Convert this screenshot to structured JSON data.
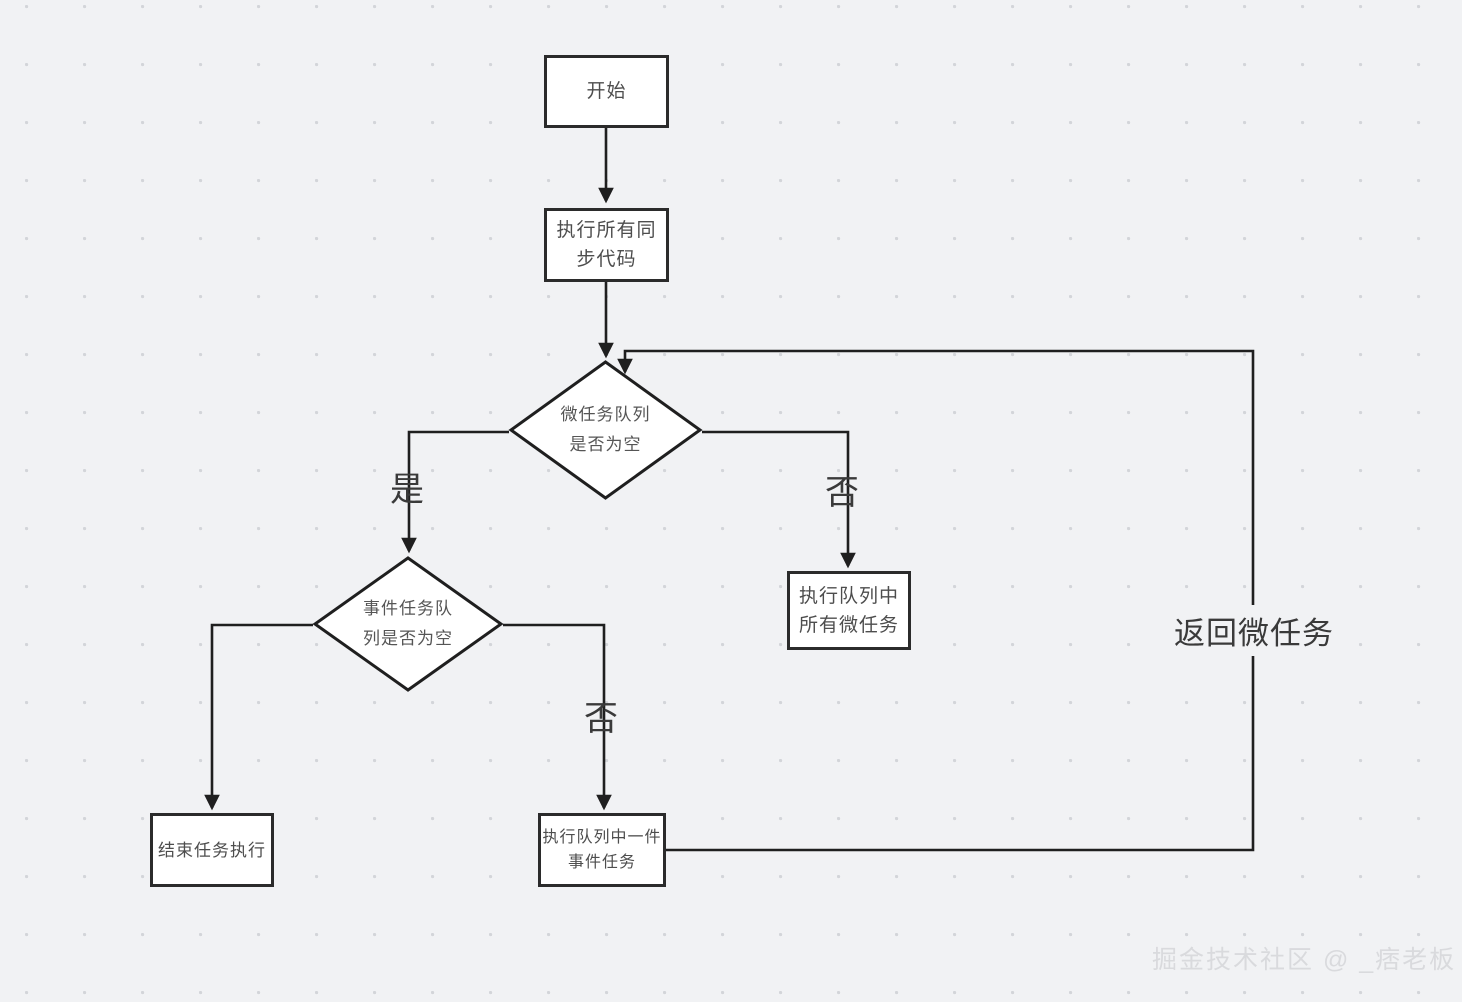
{
  "diagram": {
    "title": "JavaScript Event Loop Flowchart",
    "background_color": "#f1f2f4",
    "line_color": "#2b2b2b",
    "node_fill": "#ffffff",
    "nodes": {
      "start": {
        "label": "开始",
        "shape": "rect"
      },
      "sync": {
        "label": "执行所有同\n步代码",
        "shape": "rect"
      },
      "micro_decision": {
        "label": "微任务队列\n是否为空",
        "shape": "diamond"
      },
      "macro_decision": {
        "label": "事件任务队\n列是否为空",
        "shape": "diamond"
      },
      "run_micro": {
        "label": "执行队列中\n所有微任务",
        "shape": "rect"
      },
      "end": {
        "label": "结束任务执行",
        "shape": "rect"
      },
      "run_one_macro": {
        "label": "执行队列中一件\n事件任务",
        "shape": "rect"
      }
    },
    "edge_labels": {
      "micro_yes": "是",
      "micro_no": "否",
      "macro_no": "否",
      "return_micro": "返回微任务"
    }
  },
  "watermark": {
    "text": "掘金技术社区 @ _痞老板"
  }
}
